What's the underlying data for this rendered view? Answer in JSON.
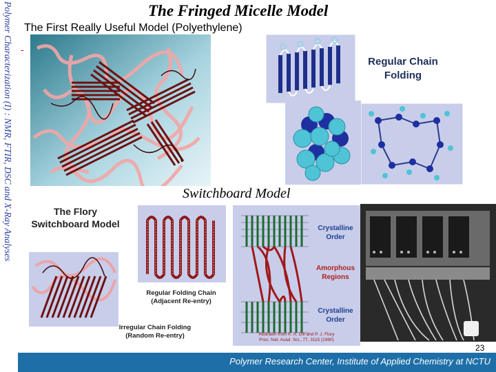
{
  "side_title": "Polymer Characterization (I) : NMR, FTIR, DSC and X-Ray Analyses",
  "main_title": "The Fringed Micelle Model",
  "subtitle": "The First Really Useful Model (Polyethylene)",
  "dash": "-",
  "regular_chain_folding": [
    "Regular Chain",
    "Folding"
  ],
  "switchboard_title": "Switchboard Model",
  "flory_title": [
    "The Flory",
    "Switchboard Model"
  ],
  "regular_folding_chain": [
    "Regular Folding Chain",
    "(Adjacent Re-entry)"
  ],
  "irregular_chain_folding": [
    "Irregular Chain Folding",
    "(Random Re-entry)"
  ],
  "crystalline_order_top": [
    "Crystalline",
    "Order"
  ],
  "amorphous_regions": [
    "Amorphous",
    "Regions"
  ],
  "crystalline_order_bottom": [
    "Crystalline",
    "Order"
  ],
  "citation": [
    "Redrawn from K. A. Dill and P. J. Flory",
    "Proc. Nat. Acad. Sci., 77, 3115 (1980)"
  ],
  "page_number": "23",
  "footer": "Polymer Research Center, Institute of Applied Chemistry at NCTU",
  "colors": {
    "side_title": "#2c3fa0",
    "footer_bar": "#1e6fa8",
    "panel_bg": "#c8cdea",
    "chain_red": "#8b1a1a",
    "chain_pink": "#f0a0a0"
  }
}
